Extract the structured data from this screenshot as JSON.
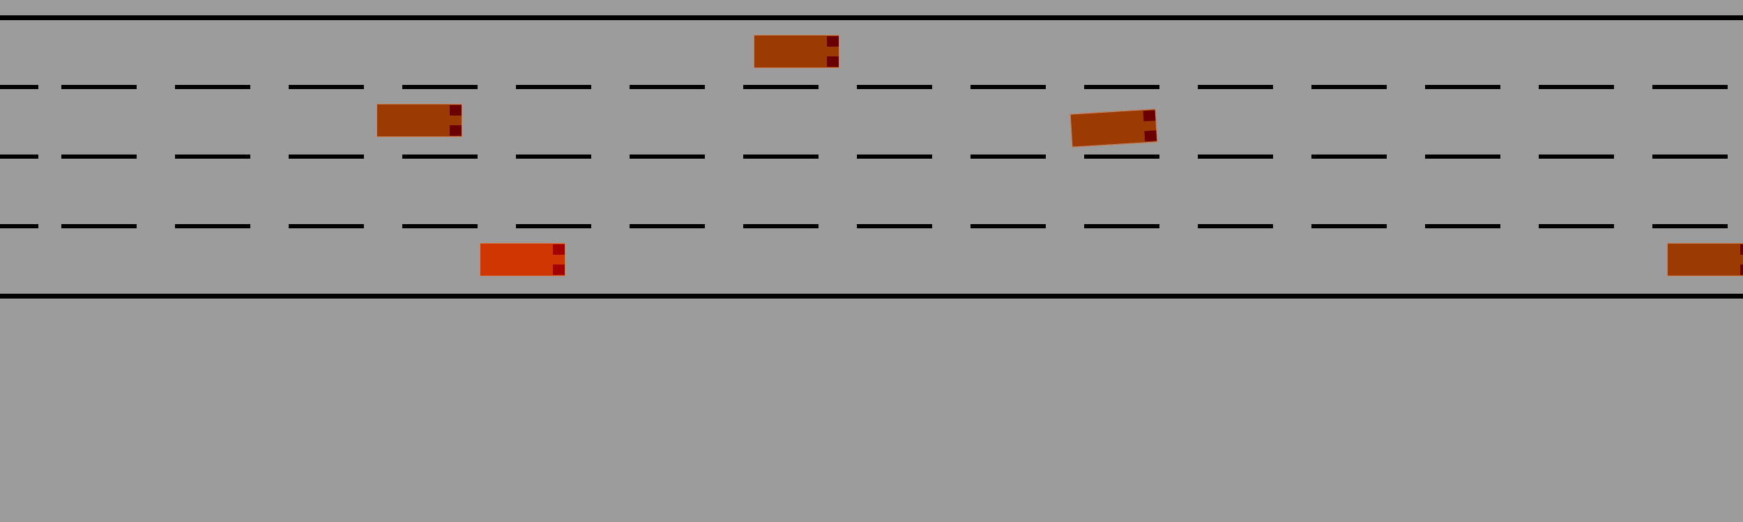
{
  "scene": {
    "type": "highway-driving-simulation",
    "lanes": 4,
    "view": "top-down"
  },
  "colors": {
    "asphalt": "#9c9c9c",
    "line": "#000000",
    "ego_vehicle_body": "#cf3600",
    "ego_vehicle_lights": "#a30000",
    "other_vehicle_body": "#9b3a02",
    "other_vehicle_lights": "#6b0000"
  },
  "vehicles": [
    {
      "id": "ego",
      "role": "ego",
      "lane": 4
    },
    {
      "id": "v1",
      "role": "other",
      "lane": 1
    },
    {
      "id": "v2",
      "role": "other",
      "lane": 2
    },
    {
      "id": "v3",
      "role": "other",
      "lane": 2,
      "heading": "slightly-left"
    },
    {
      "id": "v4",
      "role": "other",
      "lane": 4
    }
  ]
}
